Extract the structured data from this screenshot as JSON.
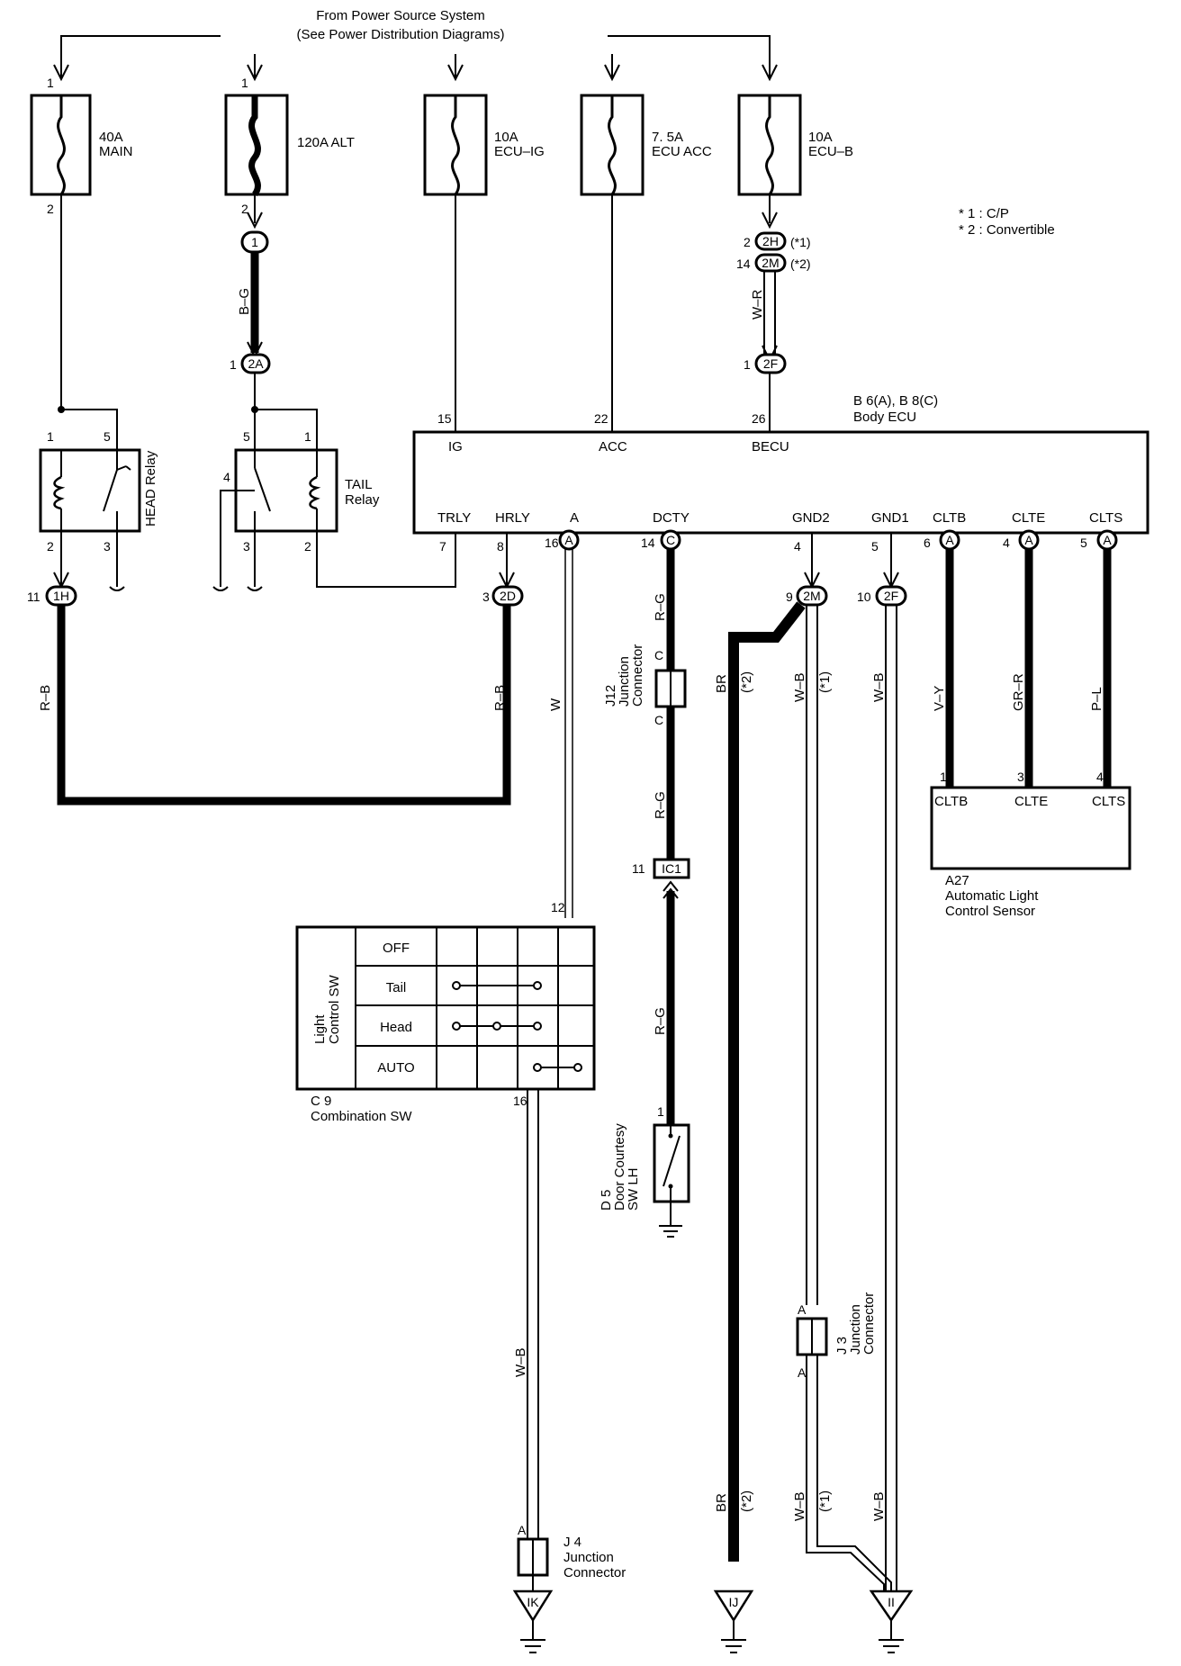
{
  "header": {
    "line1": "From Power Source System",
    "line2": "(See Power Distribution Diagrams)"
  },
  "notes": {
    "n1": "* 1 : C/P",
    "n2": "* 2 : Convertible"
  },
  "fuses": {
    "main": {
      "amp": "40A",
      "name": "MAIN"
    },
    "alt": {
      "amp": "120A ALT"
    },
    "ecu_ig": {
      "amp": "10A",
      "name": "ECU–IG"
    },
    "ecu_acc": {
      "amp": "7. 5A",
      "name": "ECU ACC"
    },
    "ecu_b": {
      "amp": "10A",
      "name": "ECU–B"
    }
  },
  "pins": {
    "p1": "1",
    "p2": "2",
    "p3": "3",
    "p4": "4",
    "p5": "5",
    "p6": "6",
    "p7": "7",
    "p8": "8",
    "p9": "9",
    "p10": "10",
    "p11": "11",
    "p12": "12",
    "p14": "14",
    "p15": "15",
    "p16": "16",
    "p22": "22",
    "p26": "26"
  },
  "connectors": {
    "c1": "1",
    "c1h": "1H",
    "c2a": "2A",
    "c2d": "2D",
    "c2h": "2H",
    "c2m": "2M",
    "c2f": "2F",
    "cA": "A",
    "cC": "C",
    "cIC1": "IC1",
    "star1": "(*1)",
    "star2": "(*2)"
  },
  "wires": {
    "bg": "B–G",
    "wr": "W–R",
    "rb": "R–B",
    "w": "W",
    "rg": "R–G",
    "br": "BR",
    "wb": "W–B",
    "vy": "V–Y",
    "grr": "GR–R",
    "pl": "P–L"
  },
  "relays": {
    "head": "HEAD Relay",
    "tail1": "TAIL",
    "tail2": "Relay"
  },
  "ecu": {
    "id": "B 6(A), B 8(C)",
    "name": "Body ECU",
    "ig": "IG",
    "acc": "ACC",
    "becu": "BECU",
    "trly": "TRLY",
    "hrly": "HRLY",
    "a": "A",
    "dcty": "DCTY",
    "gnd2": "GND2",
    "gnd1": "GND1",
    "cltb": "CLTB",
    "clte": "CLTE",
    "clts": "CLTS"
  },
  "sensor": {
    "cltb": "CLTB",
    "clte": "CLTE",
    "clts": "CLTS",
    "id": "A27",
    "name1": "Automatic Light",
    "name2": "Control Sensor"
  },
  "junction": {
    "j12_1": "J12",
    "j12_2": "Junction",
    "j12_3": "Connector",
    "j3_1": "J 3",
    "j3_2": "Junction",
    "j3_3": "Connector",
    "j4_1": "J 4",
    "j4_2": "Junction",
    "j4_3": "Connector"
  },
  "switch": {
    "rows": [
      "OFF",
      "Tail",
      "Head",
      "AUTO"
    ],
    "title1": "Light",
    "title2": "Control SW",
    "id": "C 9",
    "name": "Combination SW"
  },
  "door": {
    "id": "D 5",
    "name1": "Door Courtesy",
    "name2": "SW LH"
  },
  "grounds": {
    "ik": "IK",
    "ij": "IJ",
    "ii": "II"
  }
}
